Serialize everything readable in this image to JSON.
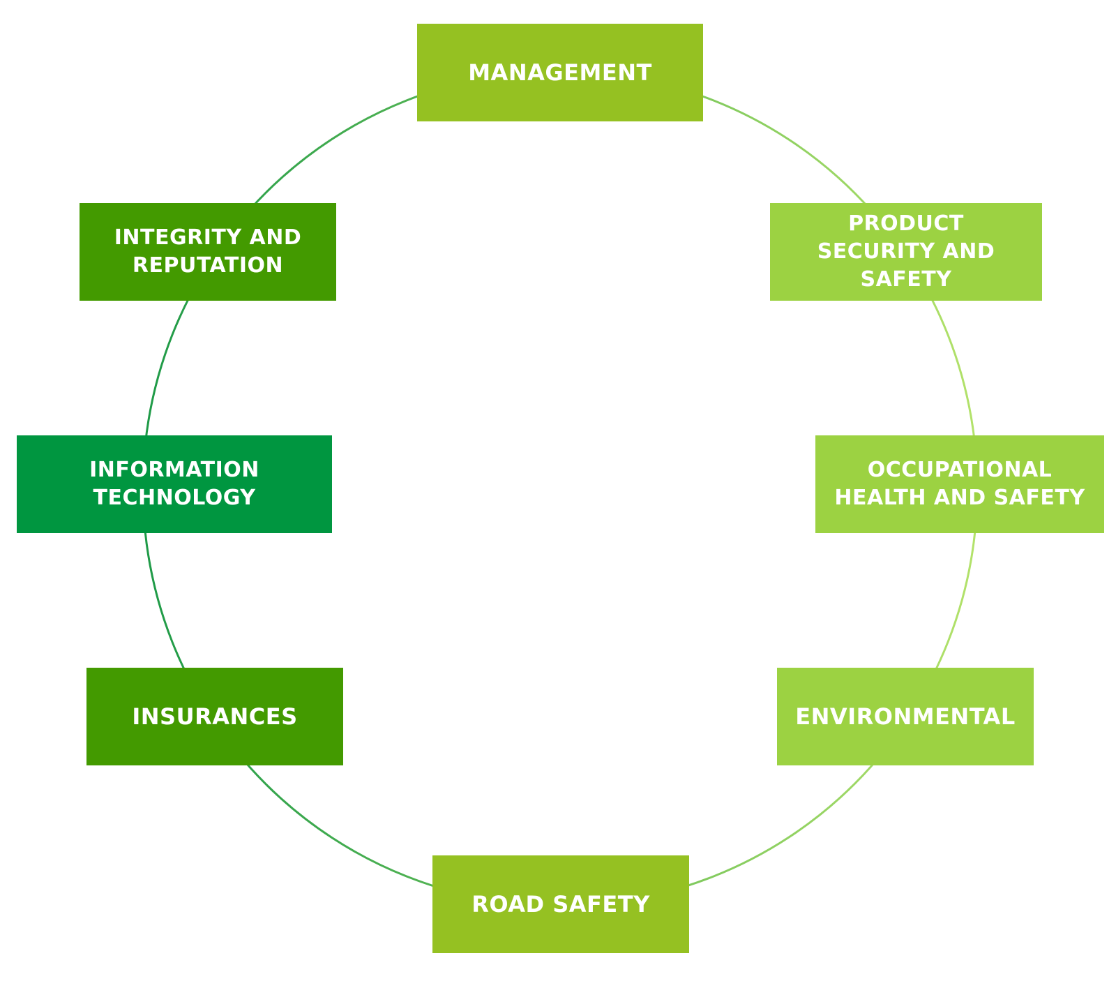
{
  "diagram": {
    "nodes": [
      {
        "id": "management",
        "label": "MANAGEMENT",
        "color": "#95c122"
      },
      {
        "id": "product",
        "label": "PRODUCT\nSECURITY AND\nSAFETY",
        "color": "#9cd242"
      },
      {
        "id": "occupational",
        "label": "OCCUPATIONAL\nHEALTH AND SAFETY",
        "color": "#9cd242"
      },
      {
        "id": "environmental",
        "label": "ENVIRONMENTAL",
        "color": "#9cd242"
      },
      {
        "id": "road",
        "label": "ROAD SAFETY",
        "color": "#95c122"
      },
      {
        "id": "insurances",
        "label": "INSURANCES",
        "color": "#439a00"
      },
      {
        "id": "information",
        "label": "INFORMATION\nTECHNOLOGY",
        "color": "#009640"
      },
      {
        "id": "integrity",
        "label": "INTEGRITY AND\nREPUTATION",
        "color": "#439a00"
      }
    ],
    "ring": {
      "gradient_left": "#1e9a47",
      "gradient_right": "#b3e26a"
    }
  }
}
